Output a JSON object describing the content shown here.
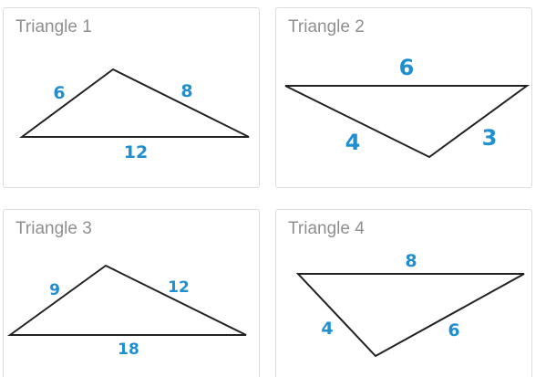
{
  "triangles": [
    {
      "title": "Triangle 1",
      "sides": [
        "6",
        "8",
        "12"
      ]
    },
    {
      "title": "Triangle 2",
      "sides": [
        "6",
        "4",
        "3"
      ]
    },
    {
      "title": "Triangle 3",
      "sides": [
        "9",
        "12",
        "18"
      ]
    },
    {
      "title": "Triangle 4",
      "sides": [
        "8",
        "4",
        "6"
      ]
    }
  ],
  "colors": {
    "label_blue": "#1f8fd0",
    "title_gray": "#8f8f8f",
    "stroke": "#222222",
    "card_border": "#dcdcdc"
  }
}
